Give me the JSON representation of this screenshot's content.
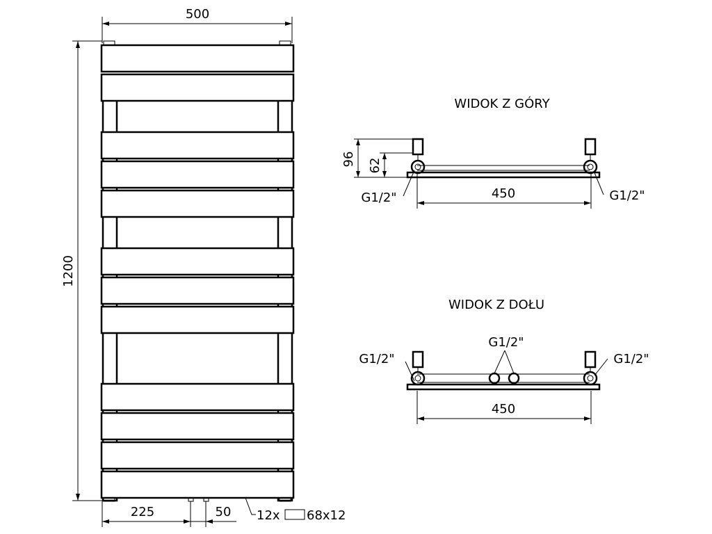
{
  "front_view": {
    "width_label": "500",
    "height_label": "1200",
    "dim_left_label": "225",
    "dim_mid_label": "50",
    "panel_spec_prefix": "12x",
    "panel_spec_size": "68x12"
  },
  "top_view": {
    "title": "WIDOK Z GÓRY",
    "depth_outer_label": "96",
    "depth_inner_label": "62",
    "connector_left_label": "G1/2\"",
    "connector_right_label": "G1/2\"",
    "spacing_label": "450"
  },
  "bottom_view": {
    "title": "WIDOK Z DOŁU",
    "connector_left_label": "G1/2\"",
    "connector_center_label": "G1/2\"",
    "connector_right_label": "G1/2\"",
    "spacing_label": "450"
  }
}
